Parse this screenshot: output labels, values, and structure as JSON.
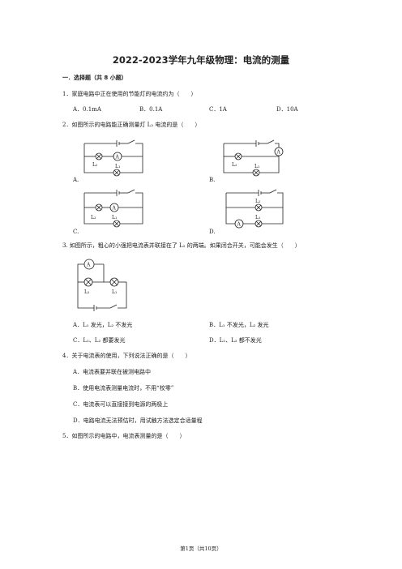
{
  "title": "2022-2023学年九年级物理：电流的测量",
  "section1": "一．选择题（共 8 小题）",
  "q1": {
    "stem": "1．家庭电路中正在使用的节能灯的电流约为（　　）",
    "options": [
      "A．0.1mA",
      "B．0.1A",
      "C．1A",
      "D．10A"
    ]
  },
  "q2": {
    "stem": "2．如图所示的电路能正确测量灯 L₂ 电流的是（　　）",
    "options": [
      "A.",
      "B.",
      "C.",
      "D."
    ]
  },
  "q3": {
    "stem": "3. 如图所示，粗心的小强把电流表并联接在了 L₂ 的两端。如果闭合开关，可能会发生（　　）",
    "options": [
      "A．L₁ 发光，L₂ 不发光",
      "B．L₁ 不发光，L₂ 发光",
      "C．L₁、L₂ 都要发光",
      "D．L₁、L₂ 都不发光"
    ]
  },
  "q4": {
    "stem": "4．关于电流表的使用，下列说法正确的是（　　）",
    "options": [
      "A．电流表要并联在被测电路中",
      "B．使用电流表测量电流时，不用“校零”",
      "C．电流表可以直接接到电源的两极上",
      "D．电路电流无法预估时，用试触方法选定合适量程"
    ]
  },
  "q5": {
    "stem": "5．如图所示的电路中，电流表测量的是（　　）"
  },
  "circuit_labels": {
    "ammeter": "A",
    "lamp1": "L₁",
    "lamp2": "L₂",
    "plus": "+",
    "minus": "-"
  },
  "footer": "第1页（共10页）"
}
